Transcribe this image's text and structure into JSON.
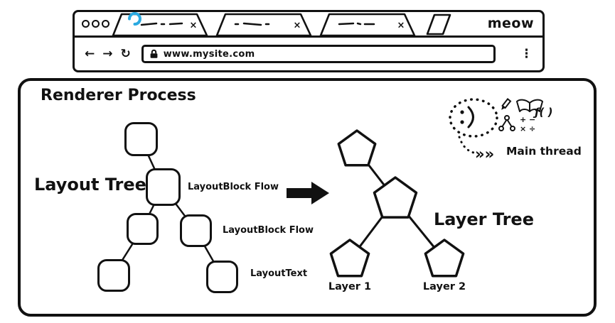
{
  "browser": {
    "window_title": "meow",
    "close_glyph": "×",
    "nav": {
      "back": "←",
      "forward": "→",
      "reload": "↻",
      "menu": "⋮"
    },
    "address": {
      "url": "www.mysite.com"
    },
    "tabs": [
      {
        "label": "",
        "loading": true
      },
      {
        "label": ""
      },
      {
        "label": ""
      }
    ]
  },
  "diagram": {
    "title": "Renderer Process",
    "layout_tree": {
      "label": "Layout Tree",
      "node_annotations": [
        "LayoutBlock Flow",
        "LayoutBlock Flow",
        "LayoutText"
      ]
    },
    "layer_tree": {
      "label": "Layer Tree",
      "layer_labels": [
        "Layer 1",
        "Layer 2"
      ]
    },
    "main_thread": {
      "label": "Main thread",
      "chevrons": "»»",
      "function_glyph": "ƒ( )",
      "plus_minus": "+ −",
      "times_divide": "× ÷"
    }
  },
  "colors": {
    "ink": "#111111",
    "spinner_blue": "#2aa9e0"
  }
}
